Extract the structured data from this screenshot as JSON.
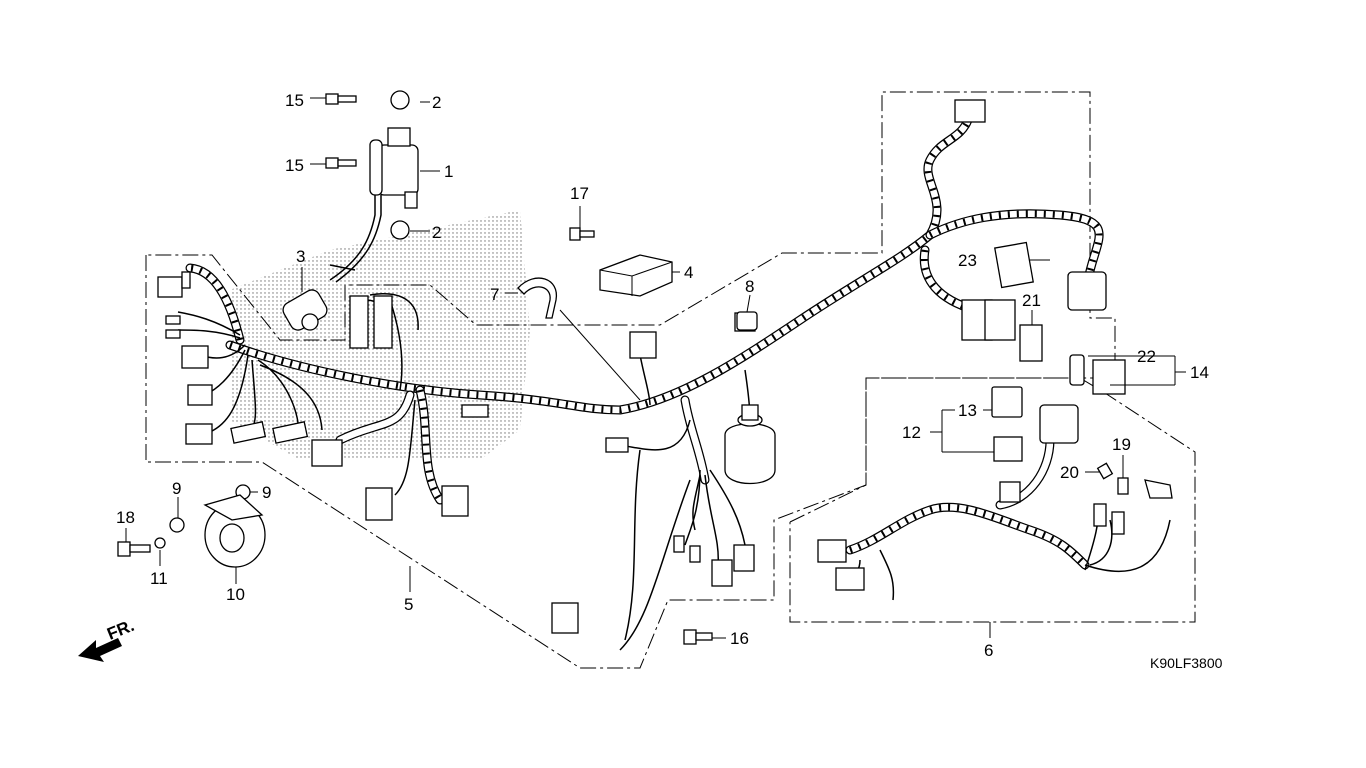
{
  "diagram_code": "K90LF3800",
  "front_arrow_label": "FR.",
  "callouts": [
    "1",
    "2",
    "2",
    "3",
    "4",
    "5",
    "6",
    "7",
    "8",
    "9",
    "9",
    "10",
    "11",
    "12",
    "13",
    "14",
    "15",
    "15",
    "16",
    "17",
    "18",
    "19",
    "20",
    "21",
    "22",
    "23"
  ]
}
